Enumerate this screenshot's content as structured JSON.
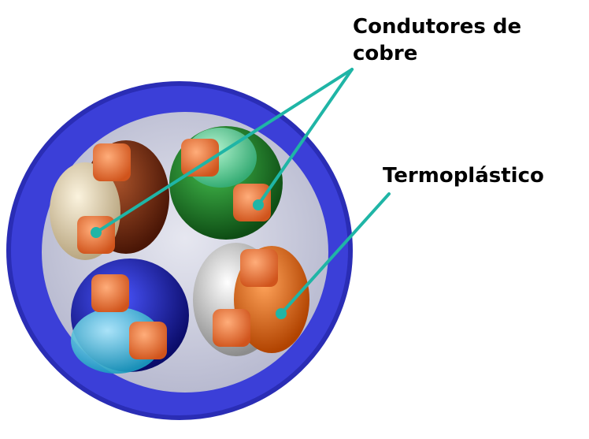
{
  "labels": {
    "copper_line1": "Condutores de",
    "copper_line2": "cobre",
    "thermoplastic": "Termoplástico"
  },
  "colors": {
    "jacket": "#3b3fd8",
    "jacket_inner": "#c8c9db",
    "leader_line": "#1fb5a6",
    "copper": "#f07a3c"
  },
  "pairs": [
    {
      "name": "brown-pair",
      "color": "#6b2a12",
      "stripe": "#efe2c4"
    },
    {
      "name": "green-pair",
      "color": "#1f8a2a",
      "stripe": "#8ef0c0"
    },
    {
      "name": "blue-pair",
      "color": "#2a2bd0",
      "stripe": "#5fd8f0"
    },
    {
      "name": "orange-pair",
      "color": "#f06a14",
      "stripe": "#e8e8e8"
    }
  ]
}
